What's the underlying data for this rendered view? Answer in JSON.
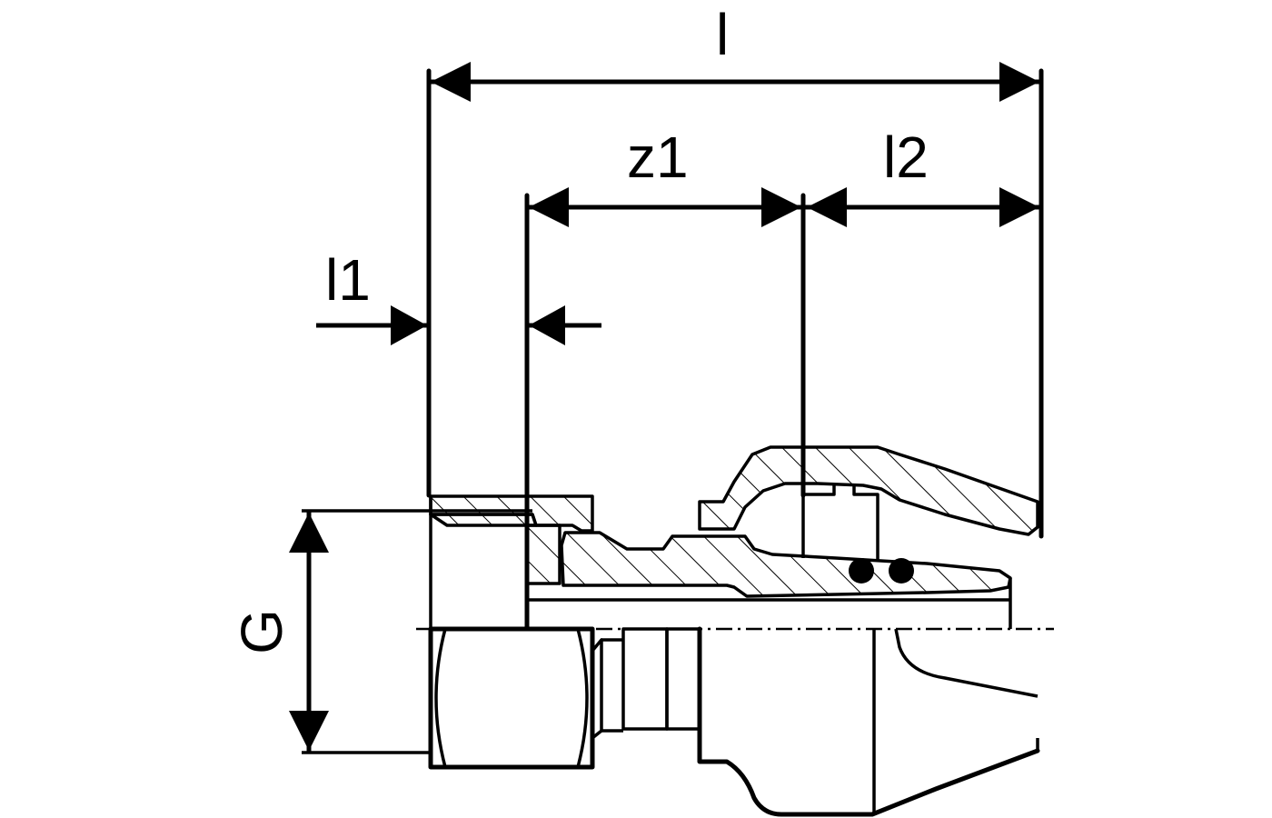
{
  "labels": {
    "l": "l",
    "z1": "z1",
    "l2": "l2",
    "l1": "l1",
    "G": "G"
  }
}
